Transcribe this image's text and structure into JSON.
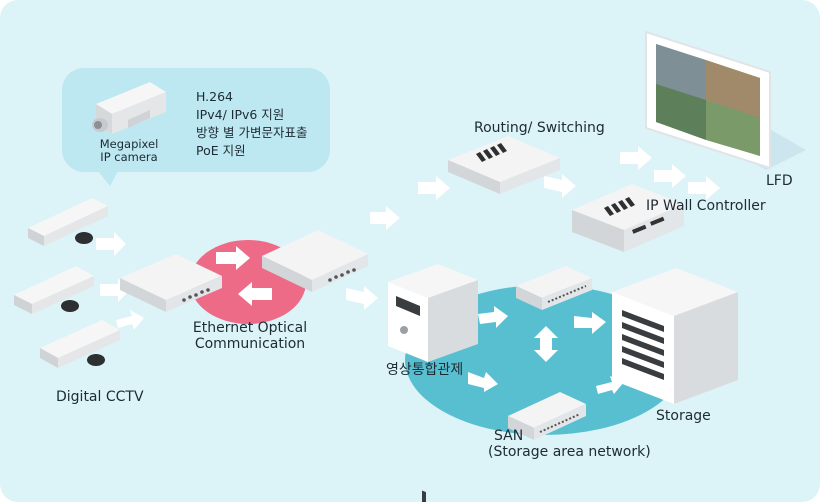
{
  "bubble": {
    "camera_label": [
      "Megapixel",
      "IP camera"
    ],
    "features": [
      "H.264",
      "IPv4/ IPv6 지원",
      "방향 별 가변문자표출",
      "PoE 지원"
    ]
  },
  "labels": {
    "digital_cctv": "Digital CCTV",
    "ethernet_optical": [
      "Ethernet Optical",
      "Communication"
    ],
    "routing": "Routing/ Switching",
    "ip_wall_controller": "IP Wall Controller",
    "lfd": "LFD",
    "control_center": "영상통합관제",
    "san": [
      "SAN",
      "(Storage area network)"
    ],
    "storage": "Storage"
  },
  "colors": {
    "background": "#dcf3f8",
    "ethernet_blob": "#ee6b87",
    "storage_blob": "#57bfd0",
    "arrow": "#ffffff",
    "device_top": "#f4f4f4",
    "device_side": "#cfd3d6"
  }
}
